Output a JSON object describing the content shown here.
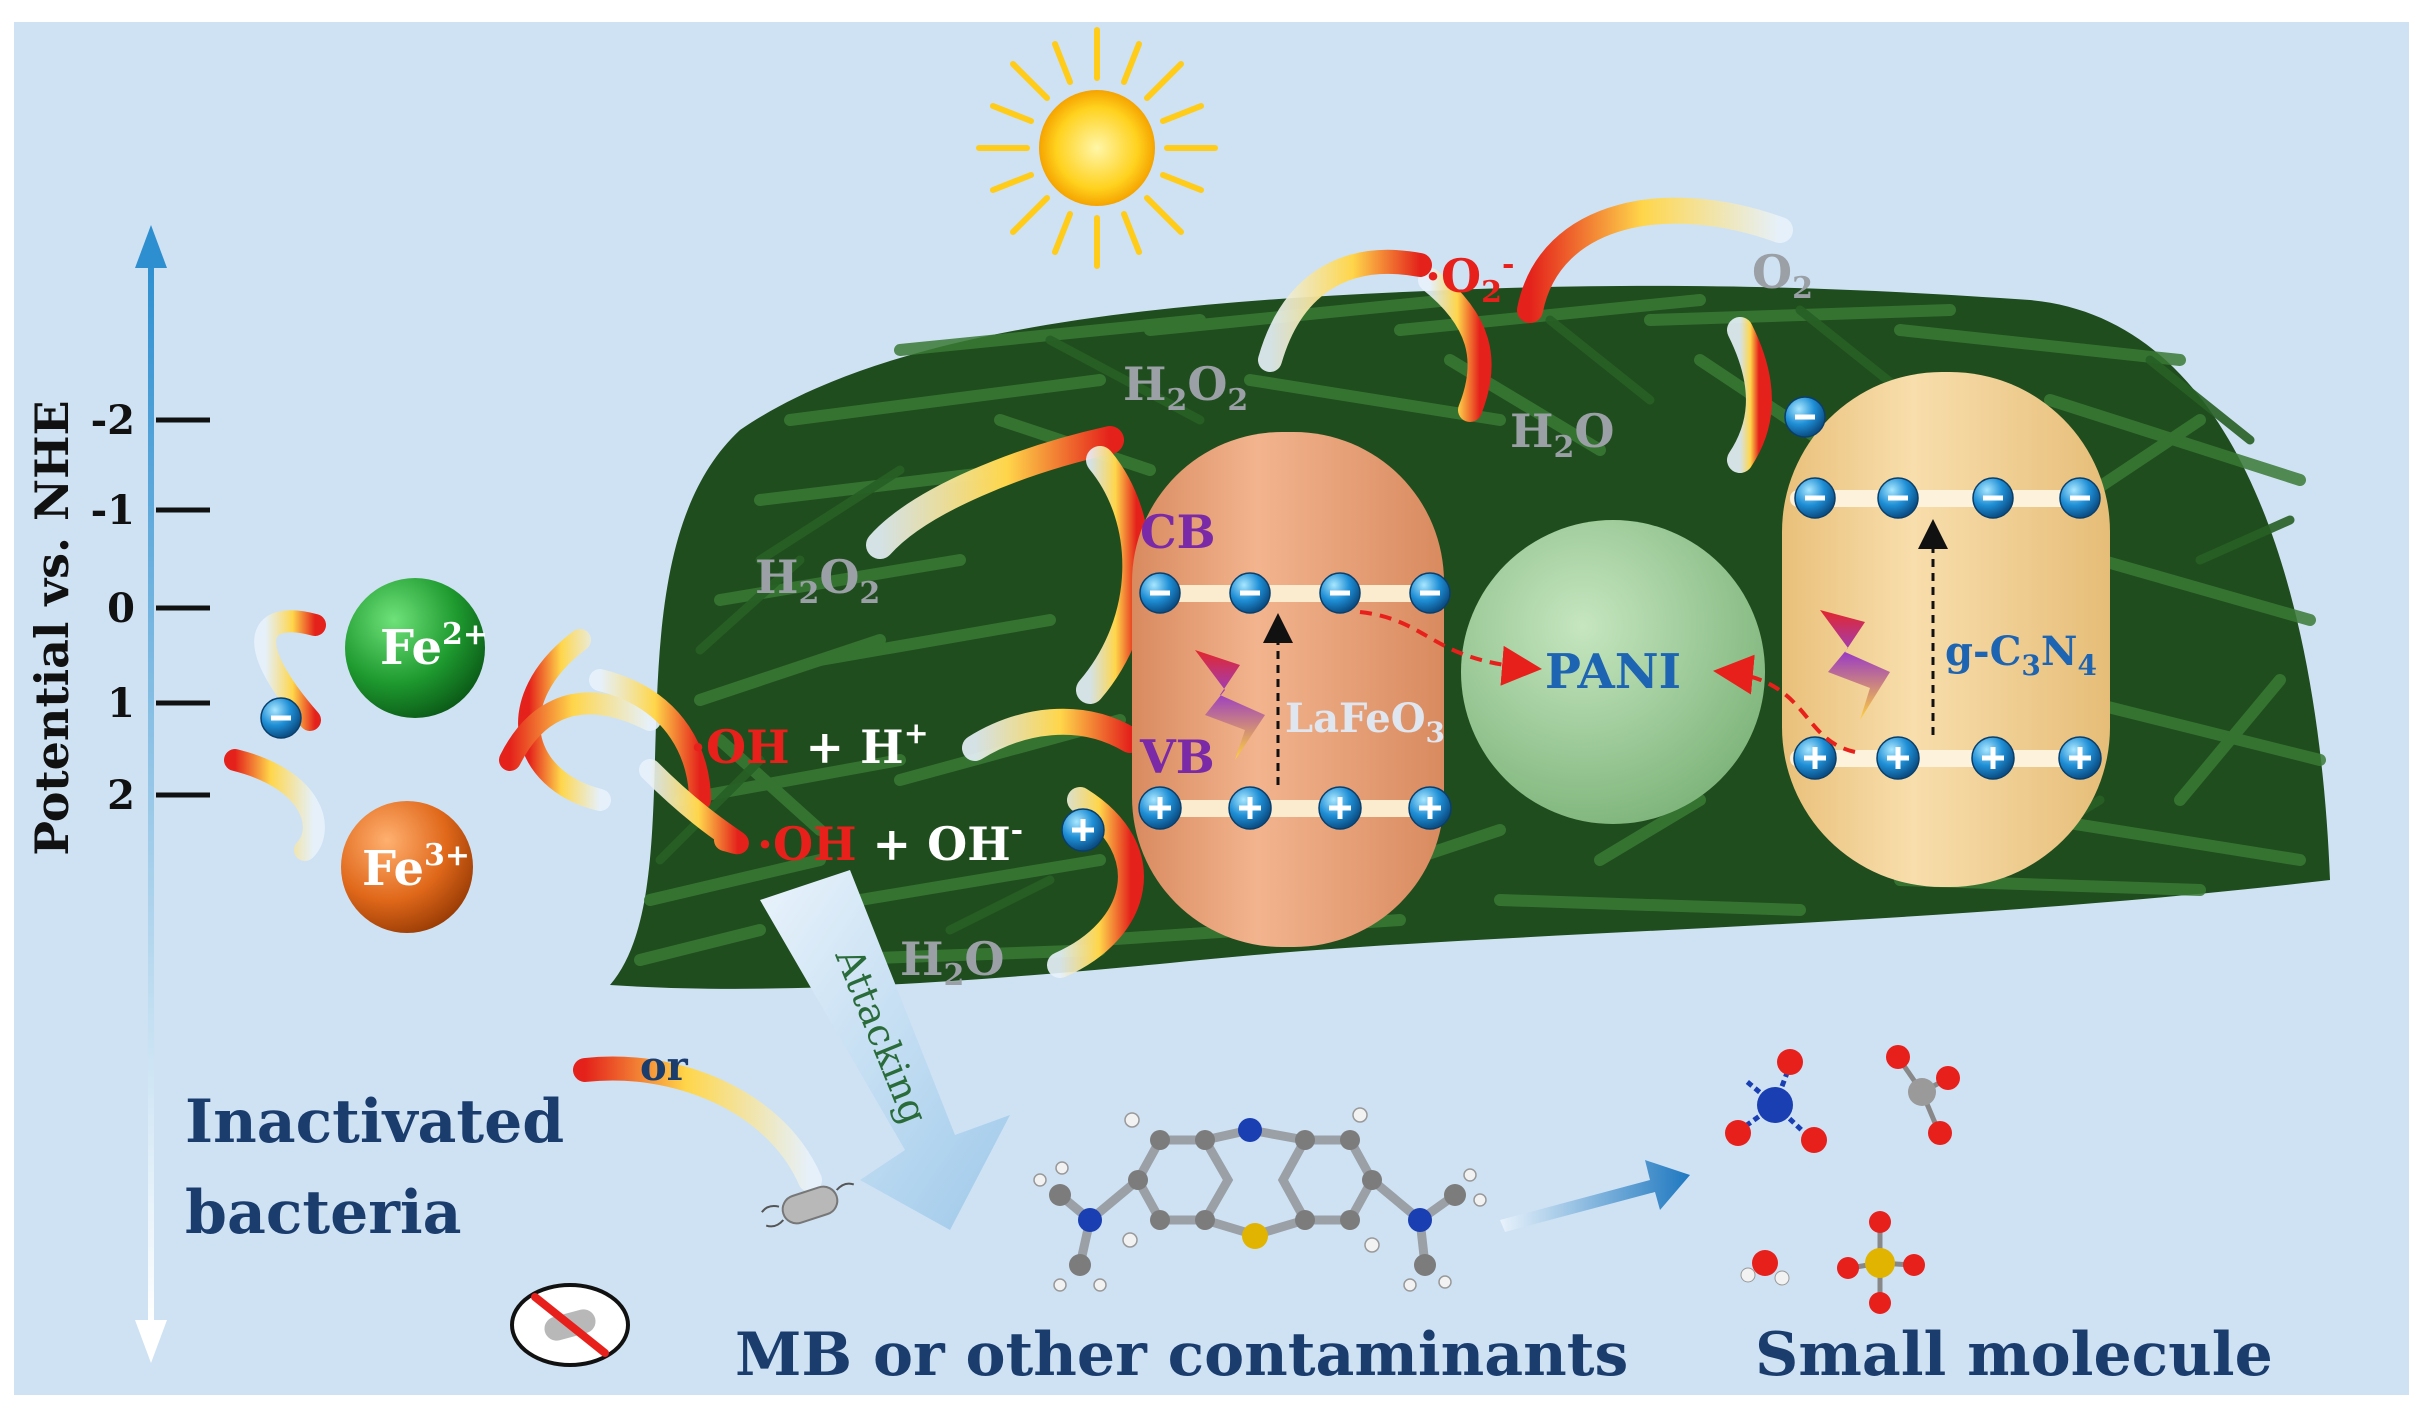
{
  "colors": {
    "background": "#cfe2f3",
    "grass": "#2f6b2c",
    "lafeo3_particle": "#e89f77",
    "pani_particle": "#8fc18d",
    "gc3n4_particle": "#f1d297",
    "fe2_ball": "#1e9a2f",
    "fe3_ball": "#e0681a",
    "radical_red": "#e8201c",
    "label_navy": "#1b3d6e",
    "label_purple": "#7a2aa6",
    "label_gray": "#9aa0a6",
    "label_blue": "#1d64b3"
  },
  "axis": {
    "label": "Potential vs. NHE",
    "ticks": [
      "-2",
      "-1",
      "0",
      "1",
      "2"
    ]
  },
  "labels": {
    "o2_radical": "·O",
    "o2_radical_sub": "2",
    "o2_radical_sup": "-",
    "o2_base": "O",
    "o2_sub": "2",
    "h2o2_top_base": "H",
    "h2o2_top_sub1": "2",
    "h2o2_top_mid": "O",
    "h2o2_top_sub2": "2",
    "h2o_top_base": "H",
    "h2o_top_sub": "2",
    "h2o_top_end": "O",
    "h2o2_mid_base": "H",
    "h2o2_mid_sub1": "2",
    "h2o2_mid_mid": "O",
    "h2o2_mid_sub2": "2",
    "oh_h_radical": "·OH",
    "oh_h_rest": " + H",
    "oh_h_sup": "+",
    "oh_oh_radical": "·OH",
    "oh_oh_rest": " + OH",
    "oh_oh_sup": "-",
    "h2o_bottom_base": "H",
    "h2o_bottom_sub": "2",
    "h2o_bottom_end": "O",
    "fe2_base": "Fe",
    "fe2_sup": "2+",
    "fe3_base": "Fe",
    "fe3_sup": "3+",
    "cb": "CB",
    "vb": "VB",
    "lafeo3_base": "LaFeO",
    "lafeo3_sub": "3",
    "pani": "PANI",
    "gc3n4_a": "g-C",
    "gc3n4_sub1": "3",
    "gc3n4_b": "N",
    "gc3n4_sub2": "4",
    "attacking": "Attacking",
    "or": "or",
    "inactivated_line1": "Inactivated",
    "inactivated_line2": "bacteria",
    "mb_contaminants": "MB or other contaminants",
    "small_molecule": "Small molecule"
  },
  "icons": [
    "sun-icon",
    "electron-icon",
    "hole-icon",
    "lightning-icon",
    "bacteria-icon",
    "no-bacteria-icon",
    "molecule-icon",
    "curved-arrow-icon"
  ]
}
